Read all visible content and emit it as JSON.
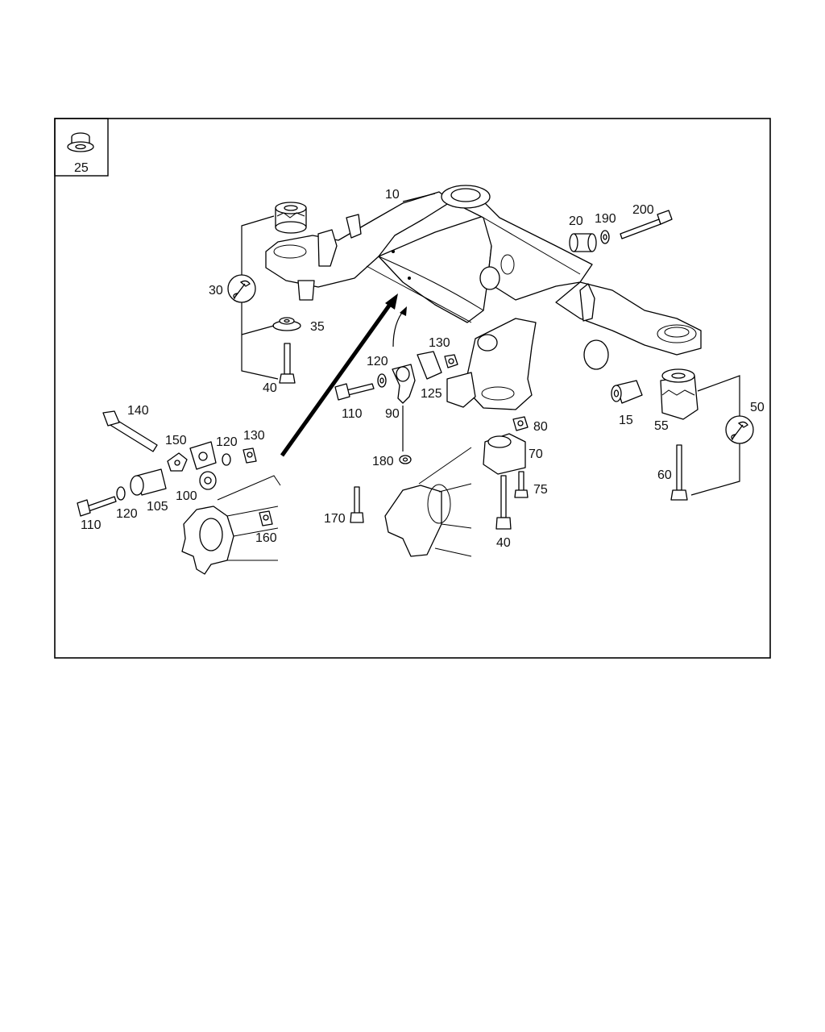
{
  "inset": {
    "part_number": "25"
  },
  "wrench_icons": [
    "wrench-icon",
    "wrench-icon"
  ],
  "labels": {
    "p10": "10",
    "p15": "15",
    "p20": "20",
    "p190": "190",
    "p200": "200",
    "p30": "30",
    "p35": "35",
    "p40_left": "40",
    "p50": "50",
    "p55": "55",
    "p60": "60",
    "p130_mid": "130",
    "p120_mid": "120",
    "p110_mid": "110",
    "p90": "90",
    "p125": "125",
    "p80": "80",
    "p70": "70",
    "p75": "75",
    "p40_mid": "40",
    "p180": "180",
    "p170": "170",
    "p140": "140",
    "p150": "150",
    "p120_left": "120",
    "p130_left": "130",
    "p100": "100",
    "p105": "105",
    "p120_low": "120",
    "p110_low": "110",
    "p160": "160"
  }
}
